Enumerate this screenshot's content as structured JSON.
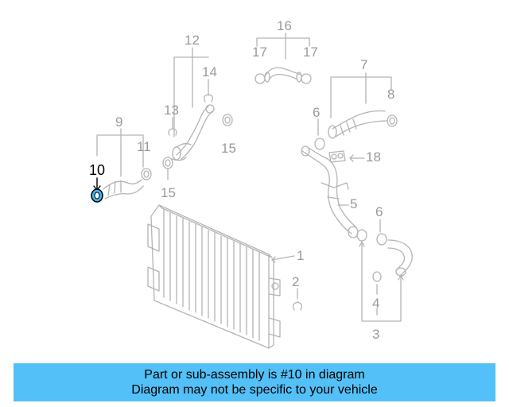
{
  "callouts": {
    "c1": "1",
    "c2": "2",
    "c3": "3",
    "c4": "4",
    "c5": "5",
    "c6a": "6",
    "c6b": "6",
    "c7": "7",
    "c8": "8",
    "c9": "9",
    "c10": "10",
    "c11": "11",
    "c12": "12",
    "c13": "13",
    "c14": "14",
    "c15a": "15",
    "c15b": "15",
    "c16": "16",
    "c17a": "17",
    "c17b": "17",
    "c18": "18"
  },
  "highlight_part": "10",
  "banner": {
    "line1": "Part or sub-assembly is #10 in diagram",
    "line2": "Diagram may not be specific to your vehicle"
  },
  "colors": {
    "line_art": "#b4b4b4",
    "highlight_fill": "#3bb6f0",
    "banner_bg": "#53c0f7"
  }
}
